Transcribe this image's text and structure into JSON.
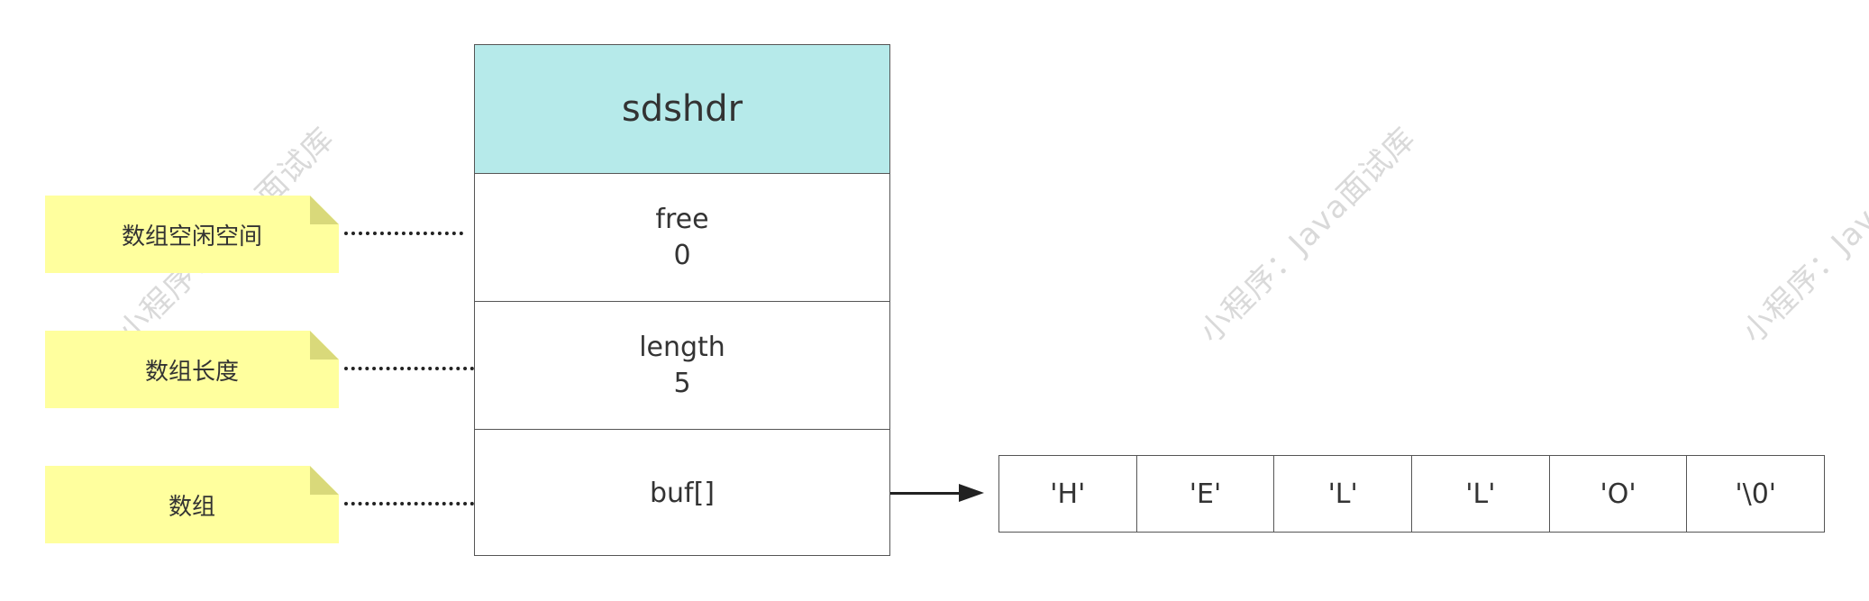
{
  "watermark": {
    "text": "小程序：Java面试库"
  },
  "notes": [
    {
      "label": "数组空闲空间"
    },
    {
      "label": "数组长度"
    },
    {
      "label": "数组"
    }
  ],
  "struct": {
    "name": "sdshdr",
    "fields": [
      {
        "name": "free",
        "value": "0"
      },
      {
        "name": "length",
        "value": "5"
      },
      {
        "name": "buf[]"
      }
    ]
  },
  "buffer": {
    "cells": [
      "'H'",
      "'E'",
      "'L'",
      "'L'",
      "'O'",
      "'\\0'"
    ]
  },
  "colors": {
    "header_fill": "#b6eaea",
    "note_fill": "#ffff9e",
    "note_fold": "#d9d97a",
    "border": "#555555",
    "text": "#333333"
  }
}
